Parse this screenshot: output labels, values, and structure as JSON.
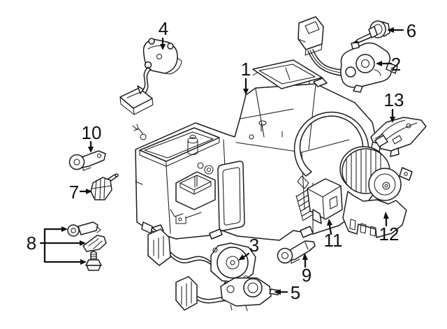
{
  "figure": {
    "kind": "exploded-parts-diagram",
    "subject": "HVAC heater case and blower components line drawing",
    "background_color": "#ffffff",
    "ink_color": "#1c1c1c",
    "callout_count": 13
  },
  "callouts": [
    {
      "label": "1",
      "part": "heater-case-assembly"
    },
    {
      "label": "2",
      "part": "actuator-with-harness"
    },
    {
      "label": "3",
      "part": "actuator-with-cable"
    },
    {
      "label": "4",
      "part": "sensor-with-cable"
    },
    {
      "label": "5",
      "part": "actuator-with-cable-and-pin"
    },
    {
      "label": "6",
      "part": "temperature-sensor"
    },
    {
      "label": "7",
      "part": "clip"
    },
    {
      "label": "8",
      "part": "lever-clip-and-screw-set"
    },
    {
      "label": "9",
      "part": "crank-lever"
    },
    {
      "label": "10",
      "part": "lever"
    },
    {
      "label": "11",
      "part": "blower-resistor"
    },
    {
      "label": "12",
      "part": "blower-motor"
    },
    {
      "label": "13",
      "part": "bracket"
    }
  ]
}
